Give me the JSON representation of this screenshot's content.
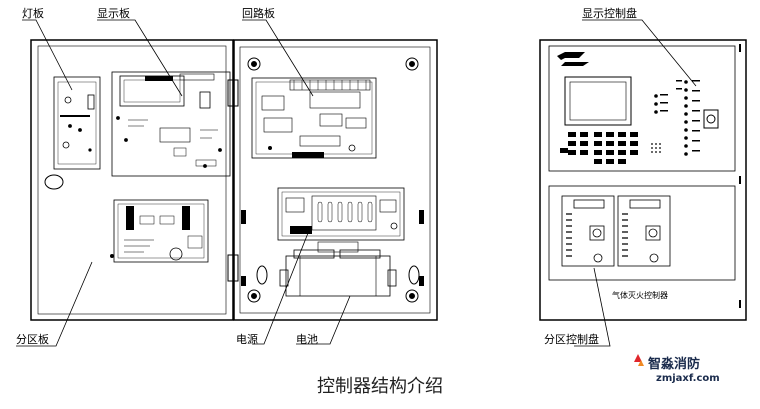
{
  "labels": {
    "lamp_board": "灯板",
    "display_board": "显示板",
    "loop_board": "回路板",
    "display_panel": "显示控制盘",
    "zone_board": "分区板",
    "power": "电源",
    "battery": "电池",
    "zone_panel": "分区控制盘",
    "panel_nameplate": "气体灭火控制器"
  },
  "caption": "控制器结构介绍",
  "watermark": {
    "name": "智淼消防",
    "url": "zmjaxf.com"
  }
}
